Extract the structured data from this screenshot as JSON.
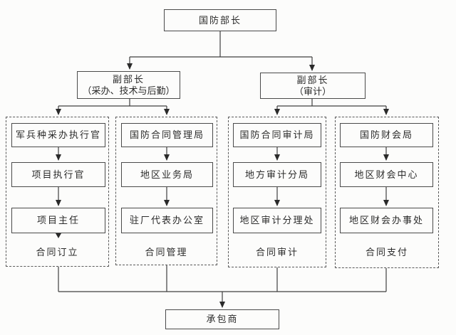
{
  "diagram": {
    "top": {
      "label": "国防部长"
    },
    "deputies": [
      {
        "title": "副部长",
        "subtitle": "（采办、技术与后勤）"
      },
      {
        "title": "副部长",
        "subtitle": "（审计）"
      }
    ],
    "columns": [
      {
        "boxes": [
          "军兵种采办执行官",
          "项目执行官",
          "项目主任"
        ],
        "footer": "合同订立"
      },
      {
        "boxes": [
          "国防合同管理局",
          "地区业务局",
          "驻厂代表办公室"
        ],
        "footer": "合同管理"
      },
      {
        "boxes": [
          "国防合同审计局",
          "地方审计分局",
          "地区审计分理处"
        ],
        "footer": "合同审计"
      },
      {
        "boxes": [
          "国防财会局",
          "地区财会中心",
          "地区财会办事处"
        ],
        "footer": "合同支付"
      }
    ],
    "bottom": {
      "label": "承包商"
    },
    "colors": {
      "line": "#3f3f3f",
      "text": "#2b2b2b",
      "background": "#fcfcfb"
    }
  }
}
